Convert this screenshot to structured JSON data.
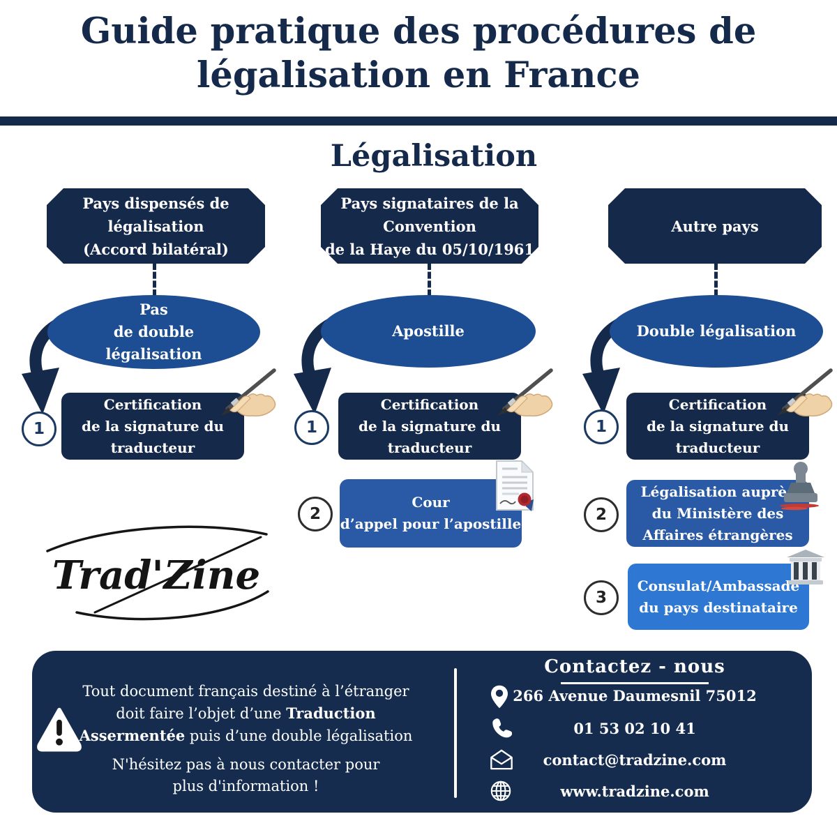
{
  "header": {
    "title_line1": "Guide pratique des procédures de",
    "title_line2": "légalisation en France"
  },
  "section": {
    "title": "Légalisation"
  },
  "columns": [
    {
      "top_box_lines": [
        "Pays dispensés de",
        "légalisation",
        "(Accord bilatéral)"
      ],
      "ellipse_lines": [
        "Pas",
        "de double",
        "légalisation"
      ],
      "steps": [
        {
          "number": "1",
          "lines": [
            "Certification",
            "de la signature du",
            "traducteur"
          ],
          "icon": "writing-hand-icon",
          "color": "navy"
        }
      ]
    },
    {
      "top_box_lines": [
        "Pays signataires de la",
        "Convention",
        "de la Haye du 05/10/1961"
      ],
      "ellipse_lines": [
        "Apostille"
      ],
      "steps": [
        {
          "number": "1",
          "lines": [
            "Certification",
            "de la signature du",
            "traducteur"
          ],
          "icon": "writing-hand-icon",
          "color": "navy"
        },
        {
          "number": "2",
          "lines": [
            "Cour",
            "d’appel pour l’apostille"
          ],
          "icon": "certificate-icon",
          "color": "midblue"
        }
      ]
    },
    {
      "top_box_lines": [
        "Autre pays"
      ],
      "ellipse_lines": [
        "Double légalisation"
      ],
      "steps": [
        {
          "number": "1",
          "lines": [
            "Certification",
            "de la signature du",
            "traducteur"
          ],
          "icon": "writing-hand-icon",
          "color": "navy"
        },
        {
          "number": "2",
          "lines": [
            "Légalisation auprès",
            "du Ministère des",
            "Affaires étrangères"
          ],
          "icon": "stamp-icon",
          "color": "midblue"
        },
        {
          "number": "3",
          "lines": [
            "Consulat/Ambassade",
            "du pays destinataire"
          ],
          "icon": "building-icon",
          "color": "brightblue"
        }
      ]
    }
  ],
  "logo": {
    "name": "Trad'Zine"
  },
  "footer": {
    "notice": {
      "l1": "Tout document français destiné à l’étranger",
      "l2_pre": "doit faire l’objet d’une ",
      "l2_bold": "Traduction",
      "l3_bold": "Assermentée",
      "l3_post": " puis d’une double légalisation",
      "l4": "N'hésitez pas à nous contacter pour",
      "l5": "plus d'information !"
    },
    "contact": {
      "heading": "Contactez - nous",
      "rows": [
        {
          "icon": "location-pin-icon",
          "text": "266 Avenue Daumesnil 75012"
        },
        {
          "icon": "phone-icon",
          "text": "01 53 02 10 41"
        },
        {
          "icon": "email-icon",
          "text": "contact@tradzine.com"
        },
        {
          "icon": "globe-icon",
          "text": "www.tradzine.com"
        }
      ]
    }
  },
  "colors": {
    "navy": "#15294b",
    "ellipse_blue": "#1d4d92",
    "step_blue": "#2a5aa6",
    "bright_blue": "#2e78d3",
    "white": "#ffffff",
    "seal_red": "#b02a30"
  }
}
